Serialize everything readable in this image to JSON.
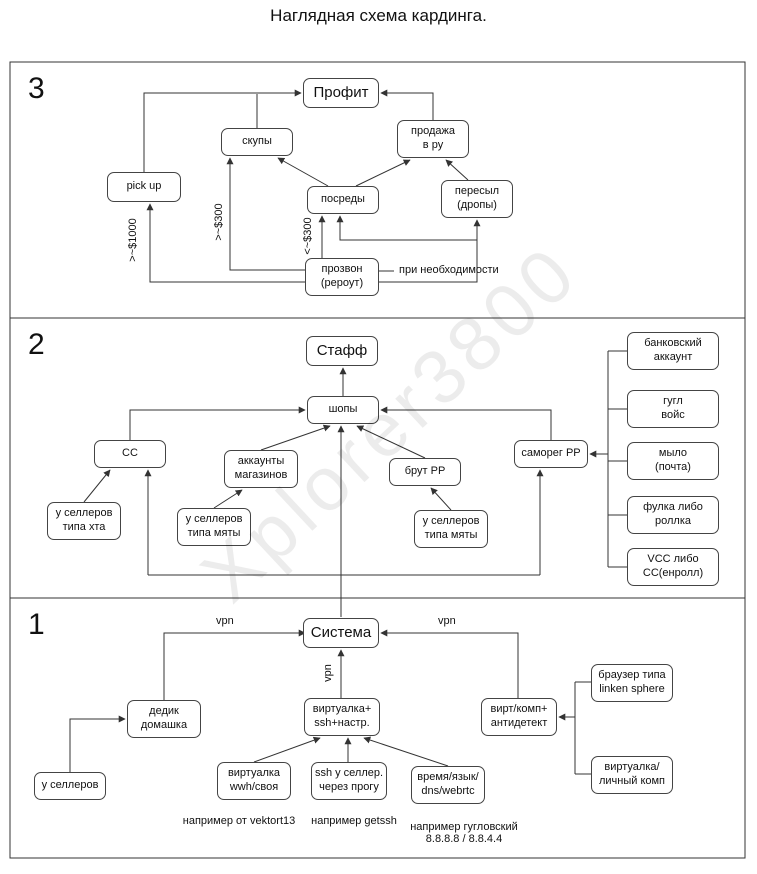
{
  "title": "Наглядная схема кардинга.",
  "watermark": "Xplorer3800",
  "sections": {
    "s3": "3",
    "s2": "2",
    "s1": "1"
  },
  "nodes": {
    "profit": "Профит",
    "skupy": "скупы",
    "prodazha": "продажа\nв ру",
    "pickup": "pick up",
    "posredy": "посреды",
    "peresyl": "пересыл\n(дропы)",
    "prozvon": "прозвон\n(рероут)",
    "staff": "Стафф",
    "shopy": "шопы",
    "cc": "СС",
    "akkaunty": "аккаунты\nмагазинов",
    "brut_pp": "брут PP",
    "samoreg_pp": "саморег PP",
    "sellery_hta": "у селлеров\nтипа хта",
    "sellery_myaty_1": "у селлеров\nтипа мяты",
    "sellery_myaty_2": "у селлеров\nтипа мяты",
    "bank_akkaunt": "банковский\nаккаунт",
    "gugl_vojs": "гугл\nвойс",
    "mylo": "мыло\n(почта)",
    "fulka": "фулка либо\nроллка",
    "vcc": "VCC либо\nСС(енролл)",
    "sistema": "Система",
    "dedik": "дедик\nдомашка",
    "virtualka_ssh": "виртуалка+\nssh+настр.",
    "virt_komp": "вирт/комп+\nантидетект",
    "u_sellerov": "у селлеров",
    "virtualka_wwh": "виртуалка\nwwh/своя",
    "ssh_sellery": "ssh у селлер.\nчерез прогу",
    "vremya": "время/язык/\ndns/webrtc",
    "brauzer": "браузер типа\nlinken sphere",
    "virtualka_lichnyj": "виртуалка/\nличный комп"
  },
  "edge_labels": {
    "gt1000": ">~$1000",
    "gt300": ">~$300",
    "lt300": "<~$300",
    "pri_neobhodimosti": "при необходимости",
    "vpn": "vpn"
  },
  "annotations": {
    "vektort13": "например от vektort13",
    "getssh": "например getssh",
    "guglovskij": "например гугловский\n8.8.8.8  /  8.8.4.4"
  }
}
